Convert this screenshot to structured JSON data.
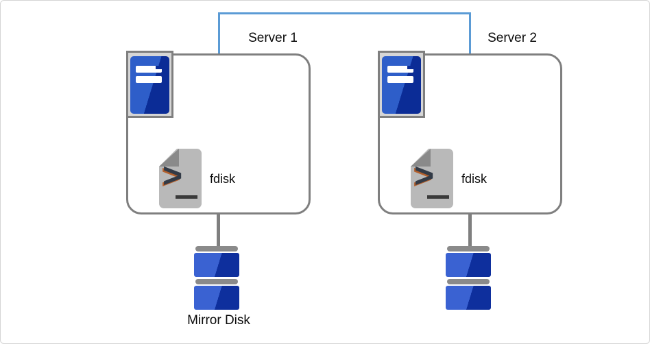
{
  "diagram": {
    "type": "cluster-mirror-disk-architecture",
    "servers": [
      {
        "label": "Server 1",
        "app_label": "fdisk"
      },
      {
        "label": "Server 2",
        "app_label": "fdisk"
      }
    ],
    "disks": [
      {
        "label": "Mirror Disk"
      },
      {
        "label": ""
      }
    ],
    "prompt_glyph": ">",
    "icons": {
      "server": "server-tower-icon",
      "terminal": "terminal-script-icon",
      "disk": "stacked-disk-icon"
    },
    "colors": {
      "interconnect_blue": "#5b9bd5",
      "outline_gray": "#7f7f7f",
      "frame_gray": "#d6d6d6",
      "server_blue_light": "#2e5ec9",
      "server_blue_dark": "#0b2c96",
      "disk_blue_light": "#3a62d2",
      "disk_blue_dark": "#0e2f9d",
      "doc_gray": "#b9b9b9",
      "fold_gray": "#8a8a8a",
      "prompt_dark": "#323a46",
      "prompt_orange": "#b25f2c"
    }
  }
}
